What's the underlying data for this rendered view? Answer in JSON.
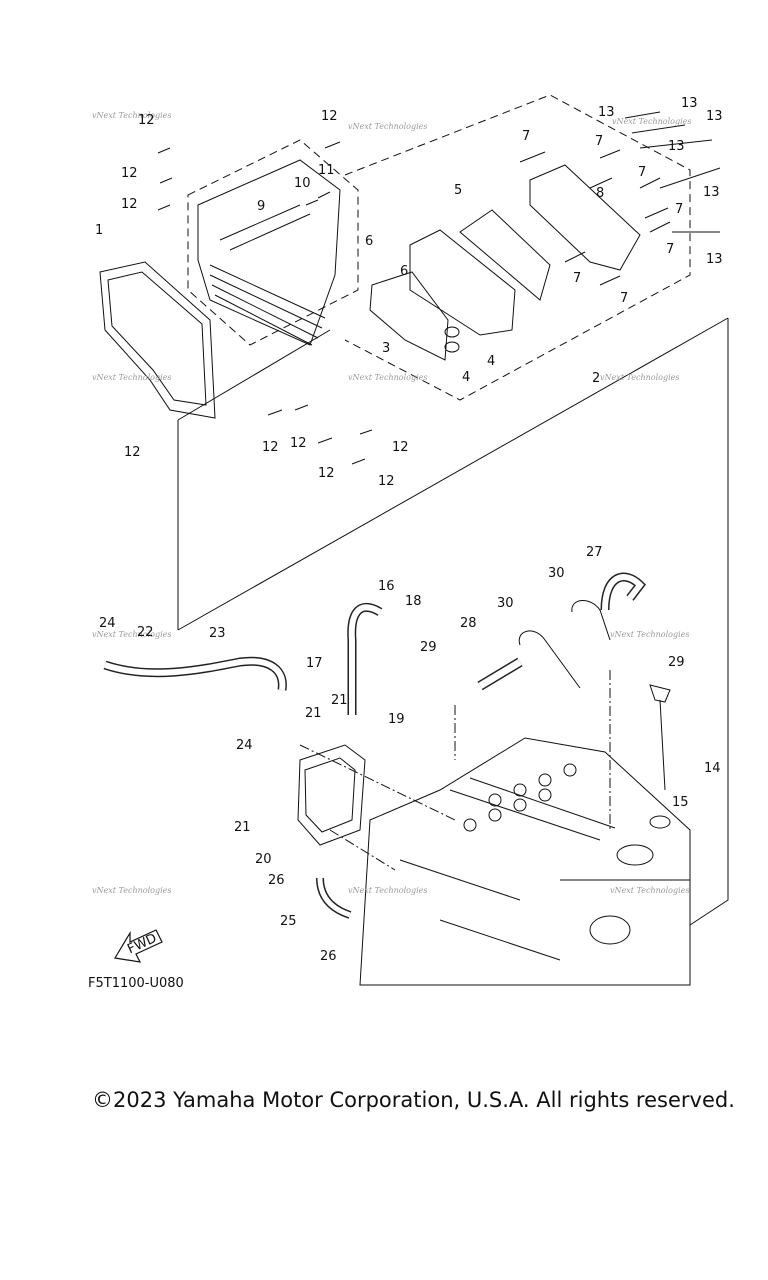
{
  "diagram": {
    "callouts": [
      "1",
      "2",
      "3",
      "4",
      "4",
      "5",
      "6",
      "6",
      "7",
      "7",
      "7",
      "7",
      "7",
      "7",
      "7",
      "8",
      "9",
      "10",
      "11",
      "12",
      "12",
      "12",
      "12",
      "12",
      "12",
      "12",
      "12",
      "12",
      "12",
      "13",
      "13",
      "13",
      "13",
      "13",
      "13",
      "14",
      "15",
      "16",
      "17",
      "18",
      "19",
      "20",
      "21",
      "21",
      "21",
      "22",
      "23",
      "24",
      "24",
      "25",
      "26",
      "26",
      "27",
      "28",
      "29",
      "29",
      "30",
      "30"
    ],
    "watermark": "vNext Technologies",
    "fwd_label": "FWD",
    "diagram_code": "F5T1100-U080"
  },
  "footer": {
    "copyright": "©2023 Yamaha Motor Corporation, U.S.A. All rights reserved."
  }
}
